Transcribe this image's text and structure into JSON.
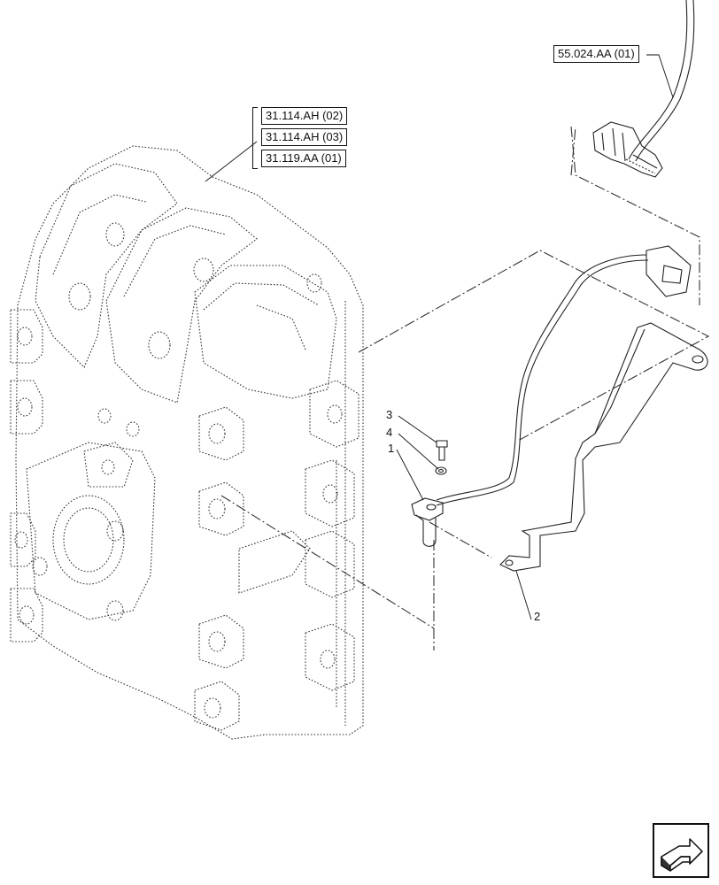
{
  "references": {
    "top_right": "55.024.AA (01)",
    "group_left": [
      "31.114.AH (02)",
      "31.114.AH (03)",
      "31.119.AA (01)"
    ]
  },
  "callouts": {
    "item_1": "1",
    "item_2": "2",
    "item_3": "3",
    "item_4": "4"
  },
  "navigation": {
    "icon": "arrow-next-page-icon"
  }
}
